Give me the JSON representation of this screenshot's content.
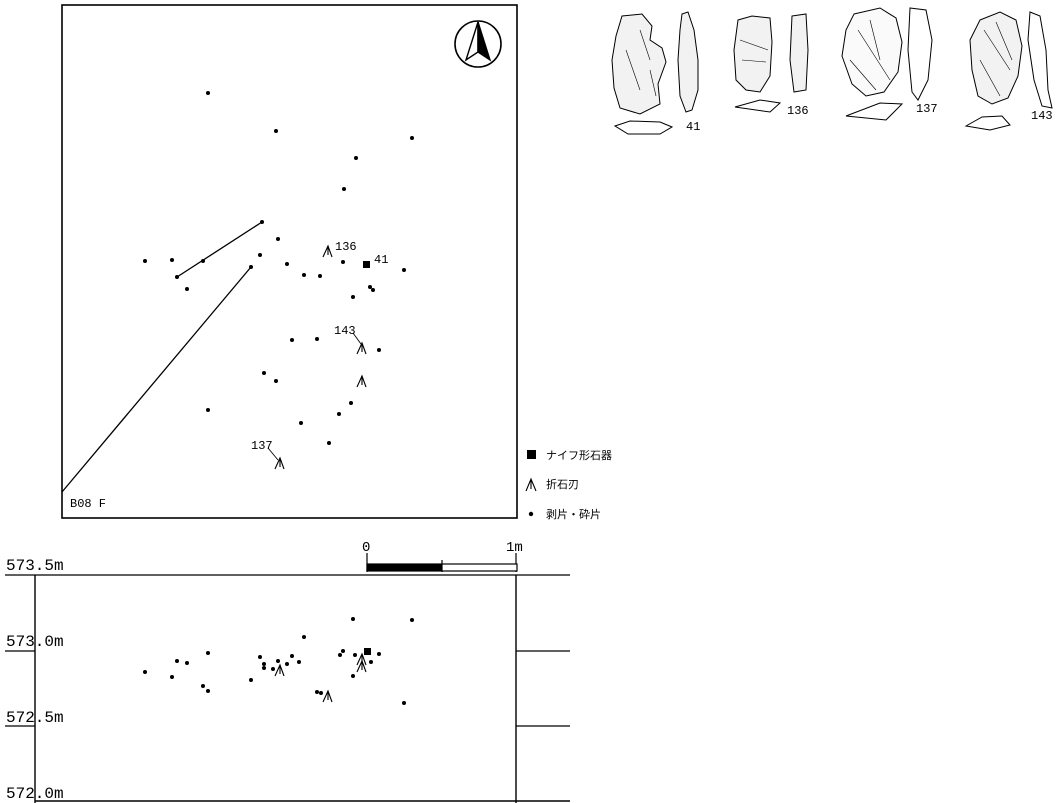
{
  "plan": {
    "grid_label": "B08 F",
    "artifact_labels": [
      "136",
      "41",
      "143",
      "137"
    ]
  },
  "legend": {
    "knife_tool": "ナイフ形石器",
    "snapped_blade": "折石刃",
    "flake_chip": "剥片・砕片"
  },
  "scale_bar": {
    "start": "0",
    "end": "1m"
  },
  "section": {
    "elevations": [
      "573.5m",
      "573.0m",
      "572.5m",
      "572.0m"
    ]
  },
  "drawings": {
    "labels": [
      "41",
      "136",
      "137",
      "143"
    ]
  },
  "icons": {
    "north": "north-arrow-icon",
    "knife_tool": "black-square-icon",
    "snapped_blade": "open-arrowhead-icon",
    "flake_chip": "dot-icon"
  }
}
